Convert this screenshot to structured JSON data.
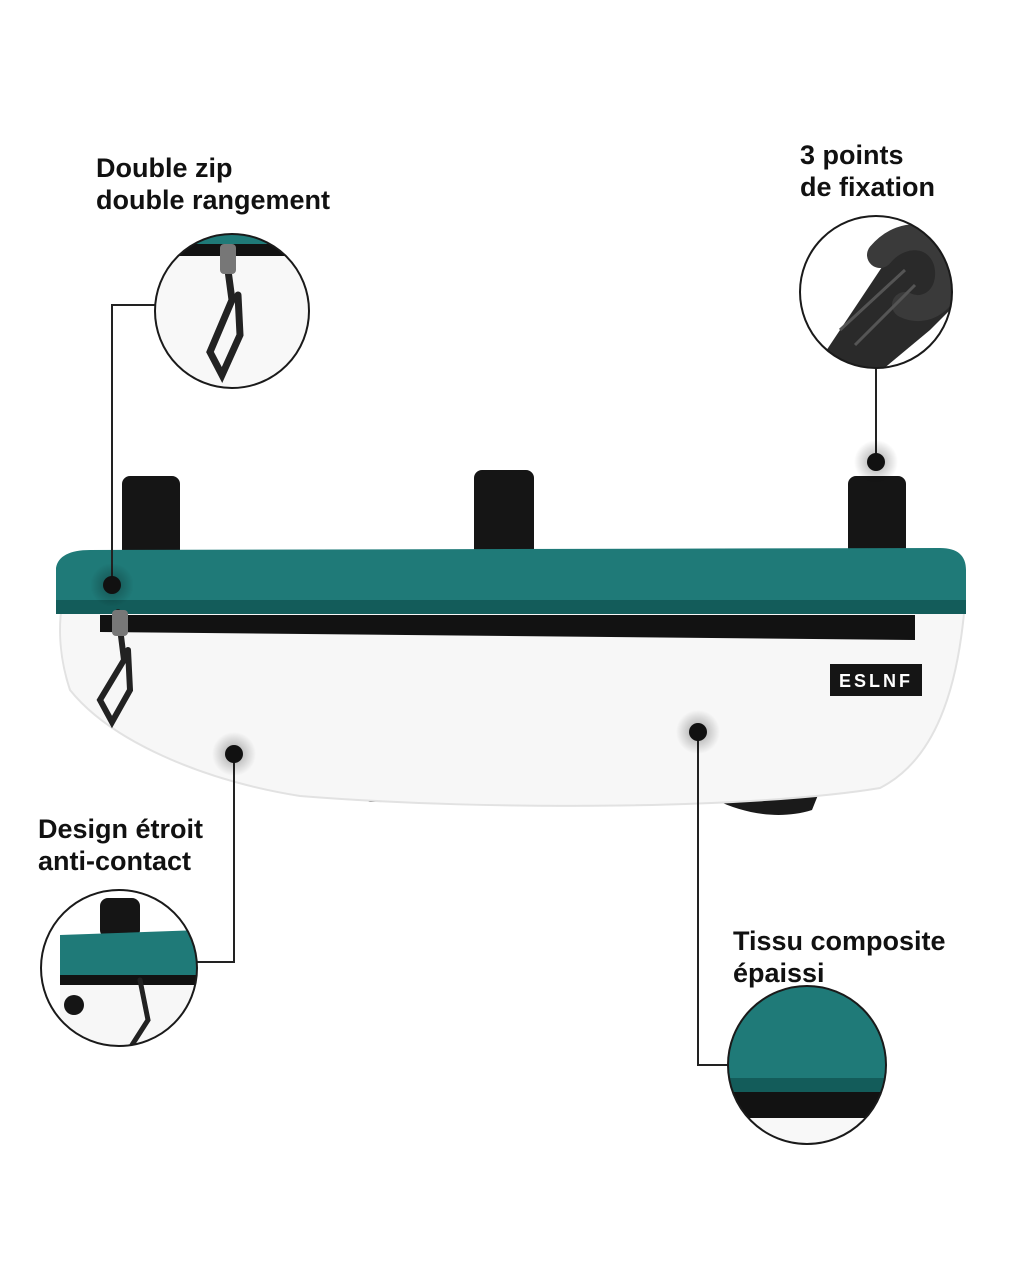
{
  "features": [
    {
      "id": "double-zip",
      "lines": [
        "Double zip",
        "double rangement"
      ]
    },
    {
      "id": "fixation",
      "lines": [
        "3 points",
        "de fixation"
      ]
    },
    {
      "id": "design",
      "lines": [
        "Design étroit",
        "anti-contact"
      ]
    },
    {
      "id": "tissu",
      "lines": [
        "Tissu composite",
        "épaissi"
      ]
    }
  ],
  "bag": {
    "brand_label": "ESLNF"
  },
  "colors": {
    "teal": "#1f7a78",
    "teal_dark": "#135c5a",
    "white_panel": "#f7f7f7",
    "strap": "#151515",
    "text": "#111111"
  }
}
